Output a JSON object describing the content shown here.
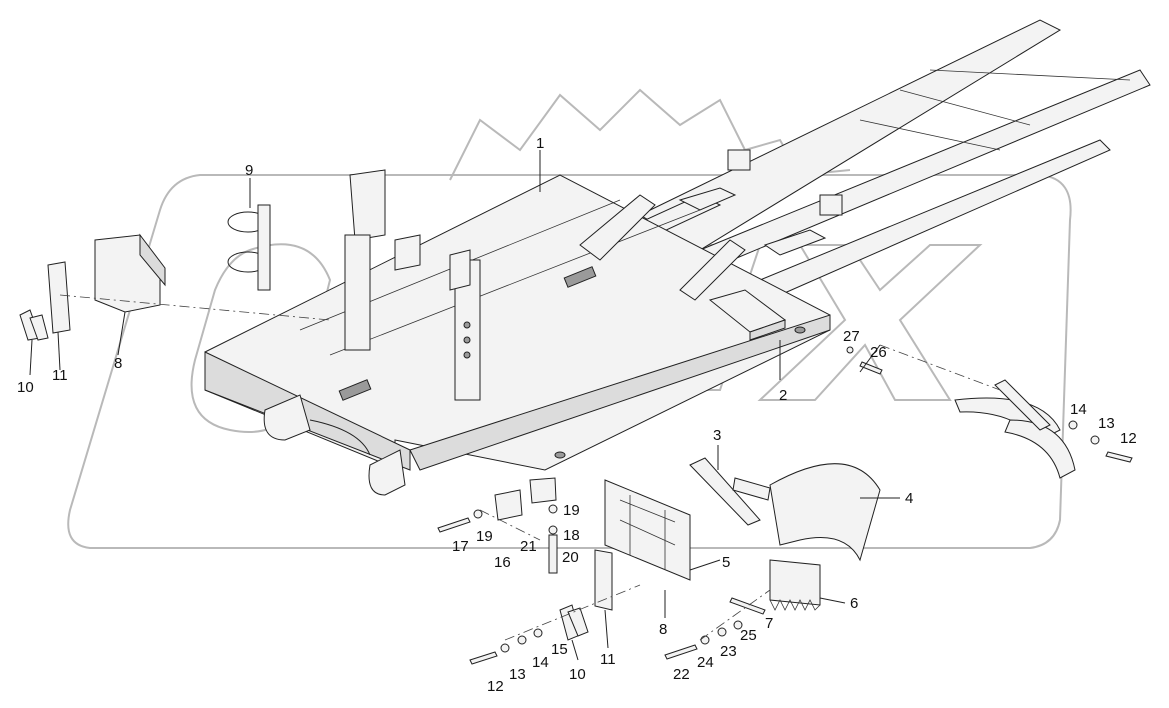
{
  "diagram": {
    "type": "exploded-parts-diagram",
    "watermark_text": "OPEX",
    "labels": [
      {
        "id": "lbl-1",
        "text": "1"
      },
      {
        "id": "lbl-2",
        "text": "2"
      },
      {
        "id": "lbl-3",
        "text": "3"
      },
      {
        "id": "lbl-4",
        "text": "4"
      },
      {
        "id": "lbl-5",
        "text": "5"
      },
      {
        "id": "lbl-6",
        "text": "6"
      },
      {
        "id": "lbl-7",
        "text": "7"
      },
      {
        "id": "lbl-8a",
        "text": "8"
      },
      {
        "id": "lbl-8b",
        "text": "8"
      },
      {
        "id": "lbl-9",
        "text": "9"
      },
      {
        "id": "lbl-10a",
        "text": "10"
      },
      {
        "id": "lbl-10b",
        "text": "10"
      },
      {
        "id": "lbl-11a",
        "text": "11"
      },
      {
        "id": "lbl-11b",
        "text": "11"
      },
      {
        "id": "lbl-12a",
        "text": "12"
      },
      {
        "id": "lbl-12b",
        "text": "12"
      },
      {
        "id": "lbl-13a",
        "text": "13"
      },
      {
        "id": "lbl-13b",
        "text": "13"
      },
      {
        "id": "lbl-14a",
        "text": "14"
      },
      {
        "id": "lbl-14b",
        "text": "14"
      },
      {
        "id": "lbl-15",
        "text": "15"
      },
      {
        "id": "lbl-16",
        "text": "16"
      },
      {
        "id": "lbl-17",
        "text": "17"
      },
      {
        "id": "lbl-18",
        "text": "18"
      },
      {
        "id": "lbl-19a",
        "text": "19"
      },
      {
        "id": "lbl-19b",
        "text": "19"
      },
      {
        "id": "lbl-20",
        "text": "20"
      },
      {
        "id": "lbl-21",
        "text": "21"
      },
      {
        "id": "lbl-22",
        "text": "22"
      },
      {
        "id": "lbl-23",
        "text": "23"
      },
      {
        "id": "lbl-24",
        "text": "24"
      },
      {
        "id": "lbl-25",
        "text": "25"
      },
      {
        "id": "lbl-26",
        "text": "26"
      },
      {
        "id": "lbl-27",
        "text": "27"
      }
    ]
  }
}
